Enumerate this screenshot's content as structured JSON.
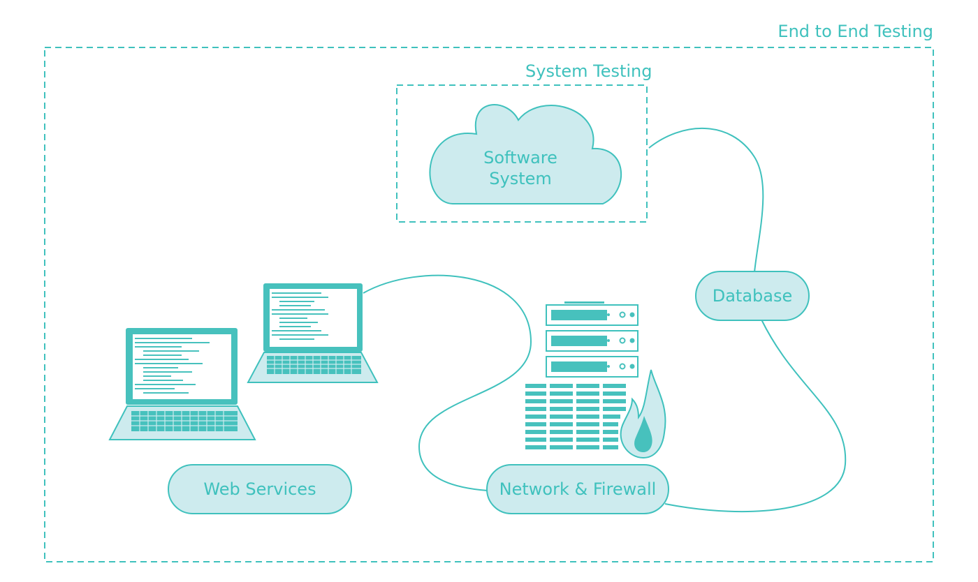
{
  "diagram": {
    "outer_scope_label": "End to End Testing",
    "inner_scope_label": "System Testing",
    "cloud": {
      "line1": "Software",
      "line2": "System"
    },
    "nodes": {
      "web_services": "Web Services",
      "network_firewall": "Network & Firewall",
      "database": "Database"
    },
    "colors": {
      "accent": "#3fc1bd",
      "fill_light": "#cdebee",
      "fill_dark": "#47c1bd",
      "background": "#ffffff"
    }
  }
}
